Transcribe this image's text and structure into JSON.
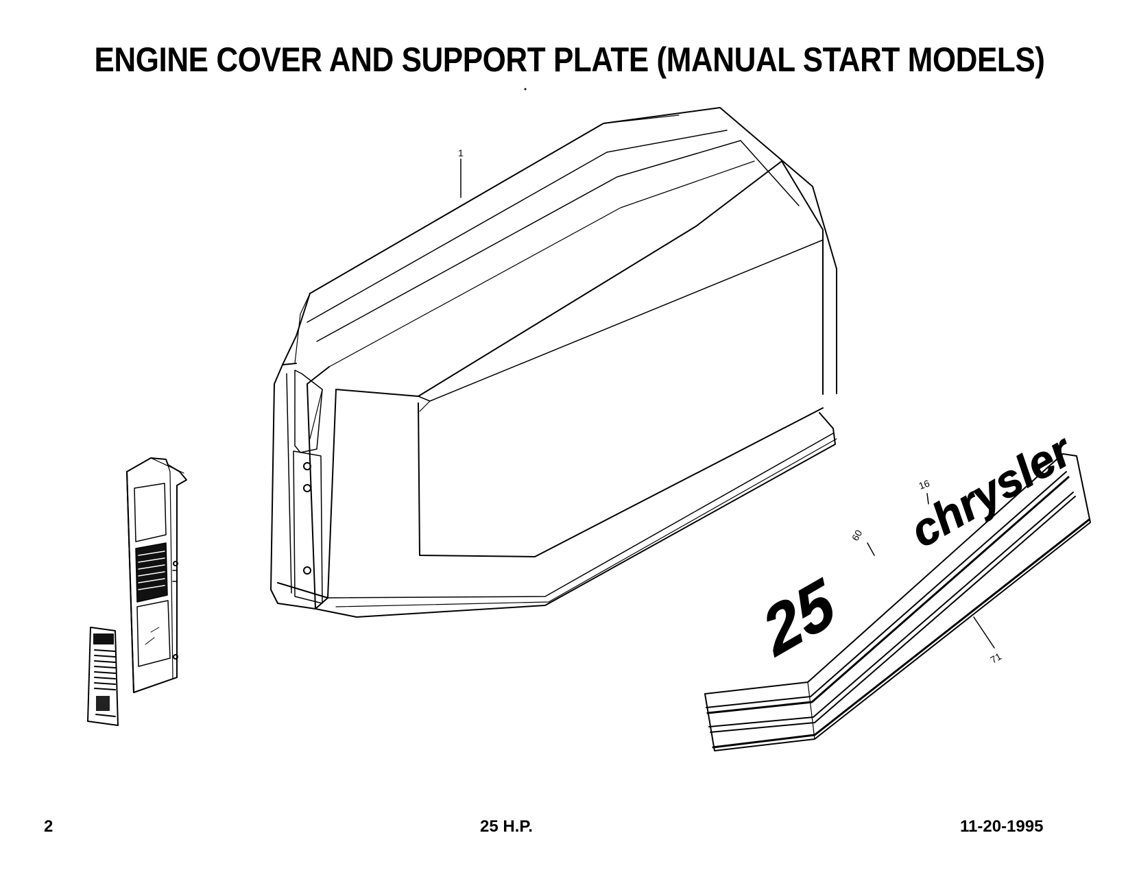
{
  "header": {
    "title": "ENGINE COVER AND SUPPORT PLATE (MANUAL START MODELS)"
  },
  "footer": {
    "page_number": "2",
    "model": "25 H.P.",
    "date": "11-20-1995"
  },
  "callouts": {
    "cover": "1",
    "decal_number": "60",
    "decal_brand": "16",
    "trim_strip": "71"
  },
  "decal": {
    "number": "25",
    "brand": "chrysler"
  }
}
